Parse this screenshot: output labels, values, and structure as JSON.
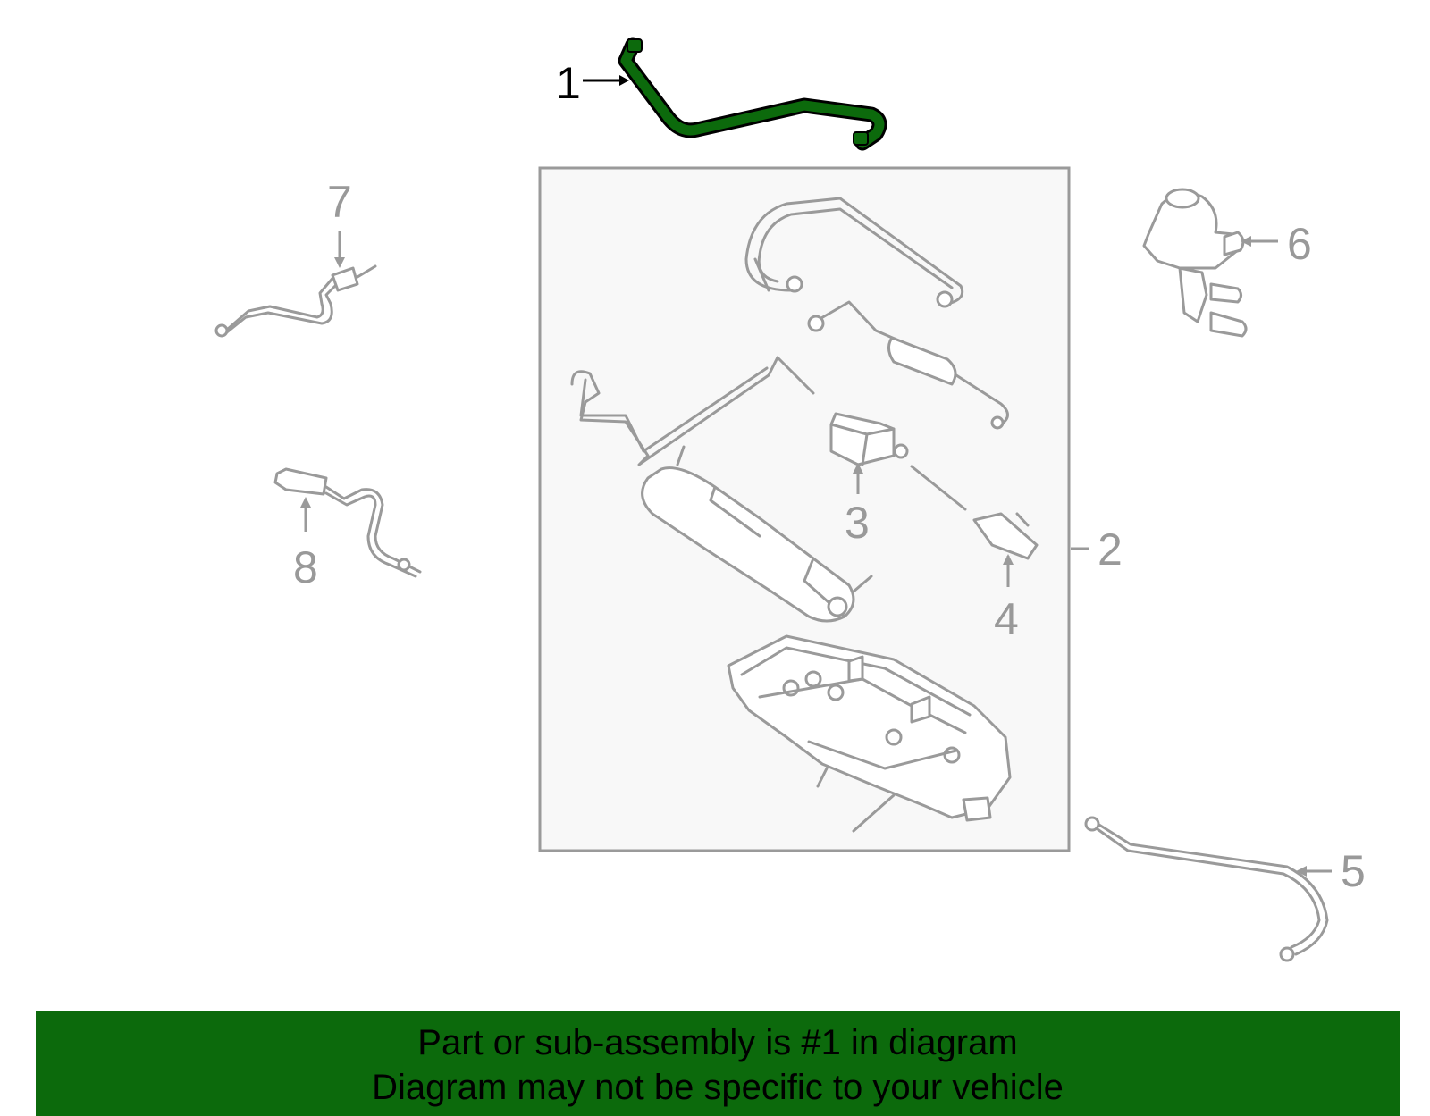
{
  "colors": {
    "banner_background": "#0c6a0c",
    "highlight_part": "#0c6a0c",
    "line_art": "#9a9a9a",
    "assembly_box_fill": "#f8f8f8"
  },
  "callouts": {
    "c1": "1",
    "c2": "2",
    "c3": "3",
    "c4": "4",
    "c5": "5",
    "c6": "6",
    "c7": "7",
    "c8": "8"
  },
  "banner": {
    "line1": "Part or sub-assembly is #1 in diagram",
    "line2": "Diagram may not be specific to your vehicle"
  }
}
